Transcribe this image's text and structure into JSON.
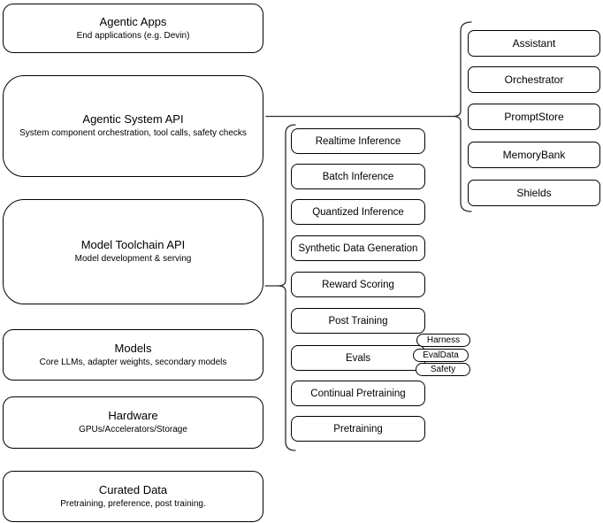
{
  "colors": {
    "stroke": "#000000",
    "fill": "#ffffff",
    "background": "#ffffff"
  },
  "left_stack": [
    {
      "title": "Agentic Apps",
      "subtitle": "End applications (e.g. Devin)"
    },
    {
      "title": "Agentic System API",
      "subtitle": "System component orchestration, tool calls, safety checks"
    },
    {
      "title": "Model Toolchain API",
      "subtitle": "Model development & serving"
    },
    {
      "title": "Models",
      "subtitle": "Core LLMs, adapter weights, secondary models"
    },
    {
      "title": "Hardware",
      "subtitle": "GPUs/Accelerators/Storage"
    },
    {
      "title": "Curated Data",
      "subtitle": "Pretraining, preference, post training."
    }
  ],
  "toolchain_components": [
    "Realtime Inference",
    "Batch Inference",
    "Quantized Inference",
    "Synthetic Data Generation",
    "Reward Scoring",
    "Post Training",
    "Evals",
    "Continual Pretraining",
    "Pretraining"
  ],
  "evals_tags": [
    "Harness",
    "EvalData",
    "Safety"
  ],
  "system_components": [
    "Assistant",
    "Orchestrator",
    "PromptStore",
    "MemoryBank",
    "Shields"
  ]
}
